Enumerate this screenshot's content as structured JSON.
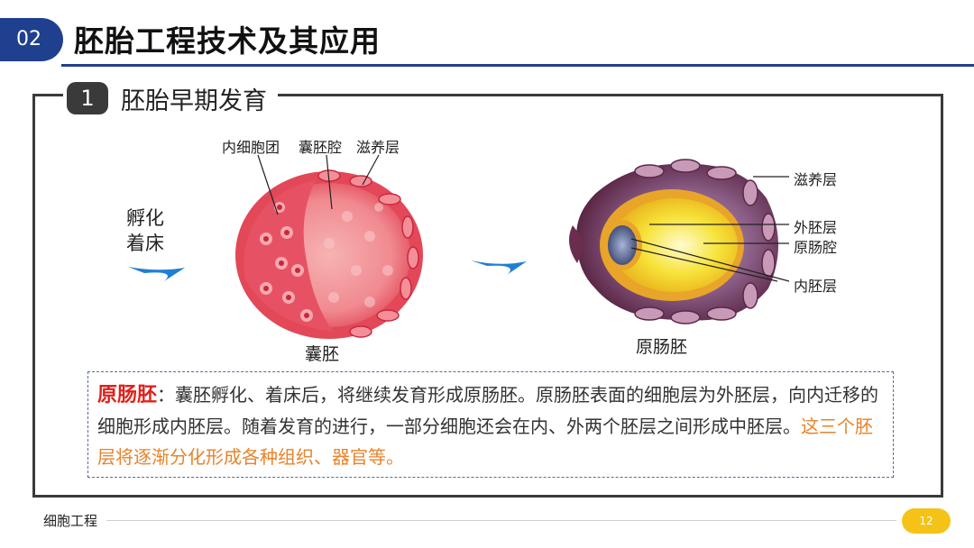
{
  "header": {
    "number": "02",
    "title": "胚胎工程技术及其应用"
  },
  "section": {
    "number": "1",
    "title": "胚胎早期发育"
  },
  "diagram": {
    "hatch_label_line1": "孵化",
    "hatch_label_line2": "着床",
    "blastula": {
      "labels": [
        "内细胞团",
        "囊胚腔",
        "滋养层"
      ],
      "caption": "囊胚"
    },
    "gastrula": {
      "labels": [
        "滋养层",
        "外胚层",
        "原肠腔",
        "内胚层"
      ],
      "caption": "原肠胚"
    },
    "colors": {
      "arrow": "#1f7fd4",
      "blastula": "#e8475a",
      "gastrula_yolk": "#f5d31a",
      "gastrula_outer": "#6a2d4e"
    }
  },
  "textbox": {
    "term": "原肠胚",
    "body": "：囊胚孵化、着床后，将继续发育形成原肠胚。原肠胚表面的细胞层为外胚层，向内迁移的细胞形成内胚层。随着发育的进行，一部分细胞还会在内、外两个胚层之间形成中胚层。",
    "highlight": "这三个胚层将逐渐分化形成各种组织、器官等。"
  },
  "footer": {
    "label": "细胞工程",
    "page": "12"
  }
}
